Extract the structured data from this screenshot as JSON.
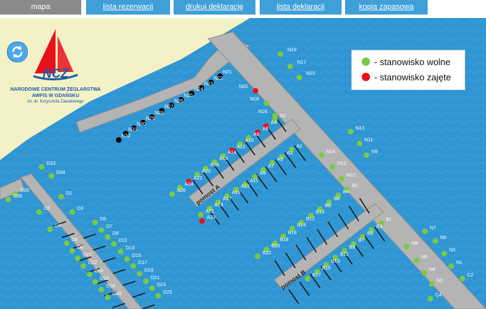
{
  "tabs": [
    {
      "label": "mapa",
      "active": true
    },
    {
      "label": "lista rezerwacji",
      "active": false
    },
    {
      "label": "drukuj deklarację",
      "active": false
    },
    {
      "label": "lista deklaracji",
      "active": false
    },
    {
      "label": "kopia zapasowa",
      "active": false
    }
  ],
  "colors": {
    "tab_active": "#8a8a8a",
    "tab_inactive": "#3fa0d8",
    "water": "#2f96d3",
    "land": "#f3f2c6",
    "pier": "#b4b4b4",
    "free": "#7ac943",
    "taken": "#e8121c",
    "unknown": "#000000"
  },
  "legend": {
    "free_label": "- stanowisko wolne",
    "taken_label": "- stanowisko zajęte"
  },
  "logo": {
    "mark": "NCZ",
    "line1": "NARODOWE CENTRUM ŻEGLARSTWA",
    "line2": "AWFIS W GDAŃSKU",
    "line3": "im. dr. Krzysztofa Zawalskiego"
  },
  "piers": {
    "pomost_a": "pomost A",
    "pomost_b": "pomost B"
  },
  "berths": [
    {
      "id": "N19",
      "s": "free"
    },
    {
      "id": "N17",
      "s": "free"
    },
    {
      "id": "N15",
      "s": "free"
    },
    {
      "id": "N21",
      "s": "unknown"
    },
    {
      "id": "N22",
      "s": "unknown"
    },
    {
      "id": "N23",
      "s": "unknown"
    },
    {
      "id": "N24",
      "s": "unknown"
    },
    {
      "id": "N25",
      "s": "unknown"
    },
    {
      "id": "N26",
      "s": "unknown"
    },
    {
      "id": "N27",
      "s": "unknown"
    },
    {
      "id": "N28",
      "s": "unknown"
    },
    {
      "id": "N29",
      "s": "unknown"
    },
    {
      "id": "N30",
      "s": "unknown"
    },
    {
      "id": "N31",
      "s": "unknown"
    },
    {
      "id": "N32",
      "s": "unknown"
    },
    {
      "id": "N20",
      "s": "taken"
    },
    {
      "id": "N18",
      "s": "free"
    },
    {
      "id": "N16",
      "s": "free"
    },
    {
      "id": "A2",
      "s": "free"
    },
    {
      "id": "A4",
      "s": "taken"
    },
    {
      "id": "A6",
      "s": "taken"
    },
    {
      "id": "A8",
      "s": "free"
    },
    {
      "id": "A10",
      "s": "free"
    },
    {
      "id": "A12",
      "s": "taken"
    },
    {
      "id": "A14",
      "s": "free"
    },
    {
      "id": "A16",
      "s": "free"
    },
    {
      "id": "A18",
      "s": "free"
    },
    {
      "id": "A20",
      "s": "free"
    },
    {
      "id": "A22",
      "s": "taken"
    },
    {
      "id": "A24",
      "s": "free"
    },
    {
      "id": "A26",
      "s": "free"
    },
    {
      "id": "A1",
      "s": "free"
    },
    {
      "id": "A3",
      "s": "free"
    },
    {
      "id": "A5",
      "s": "free"
    },
    {
      "id": "A7",
      "s": "free"
    },
    {
      "id": "A9",
      "s": "free"
    },
    {
      "id": "A11",
      "s": "free"
    },
    {
      "id": "A13",
      "s": "free"
    },
    {
      "id": "A15",
      "s": "free"
    },
    {
      "id": "A17",
      "s": "free"
    },
    {
      "id": "A19",
      "s": "free"
    },
    {
      "id": "A21",
      "s": "free"
    },
    {
      "id": "A23",
      "s": "taken"
    },
    {
      "id": "N13",
      "s": "free"
    },
    {
      "id": "N11",
      "s": "free"
    },
    {
      "id": "N9",
      "s": "free"
    },
    {
      "id": "N14",
      "s": "free"
    },
    {
      "id": "N12",
      "s": "free"
    },
    {
      "id": "N10",
      "s": "free"
    },
    {
      "id": "B2",
      "s": "free"
    },
    {
      "id": "B4",
      "s": "free"
    },
    {
      "id": "B6",
      "s": "free"
    },
    {
      "id": "B8",
      "s": "free"
    },
    {
      "id": "B10",
      "s": "free"
    },
    {
      "id": "B12",
      "s": "free"
    },
    {
      "id": "B14",
      "s": "free"
    },
    {
      "id": "B16",
      "s": "free"
    },
    {
      "id": "B18",
      "s": "free"
    },
    {
      "id": "B20",
      "s": "free"
    },
    {
      "id": "B22",
      "s": "free"
    },
    {
      "id": "B1",
      "s": "free"
    },
    {
      "id": "B3",
      "s": "free"
    },
    {
      "id": "B5",
      "s": "free"
    },
    {
      "id": "B7",
      "s": "free"
    },
    {
      "id": "B9",
      "s": "free"
    },
    {
      "id": "B11",
      "s": "free"
    },
    {
      "id": "B13",
      "s": "free"
    },
    {
      "id": "B15",
      "s": "free"
    },
    {
      "id": "B17",
      "s": "free"
    },
    {
      "id": "N8",
      "s": "free"
    },
    {
      "id": "N6",
      "s": "free"
    },
    {
      "id": "N4",
      "s": "free"
    },
    {
      "id": "N2",
      "s": "free"
    },
    {
      "id": "N7",
      "s": "free"
    },
    {
      "id": "N5",
      "s": "free"
    },
    {
      "id": "N3",
      "s": "free"
    },
    {
      "id": "N1",
      "s": "free"
    },
    {
      "id": "C2",
      "s": "free"
    },
    {
      "id": "C4",
      "s": "free"
    },
    {
      "id": "D33",
      "s": "free"
    },
    {
      "id": "D34",
      "s": "free"
    },
    {
      "id": "D35",
      "s": "free"
    },
    {
      "id": "D36",
      "s": "free"
    },
    {
      "id": "D1",
      "s": "free"
    },
    {
      "id": "D2",
      "s": "free"
    },
    {
      "id": "D3",
      "s": "free"
    },
    {
      "id": "D4",
      "s": "free"
    },
    {
      "id": "D5",
      "s": "free"
    },
    {
      "id": "D7",
      "s": "free"
    },
    {
      "id": "D9",
      "s": "free"
    },
    {
      "id": "D11",
      "s": "free"
    },
    {
      "id": "D13",
      "s": "free"
    },
    {
      "id": "D15",
      "s": "free"
    },
    {
      "id": "D17",
      "s": "free"
    },
    {
      "id": "D19",
      "s": "free"
    },
    {
      "id": "D21",
      "s": "free"
    },
    {
      "id": "D23",
      "s": "free"
    },
    {
      "id": "D25",
      "s": "free"
    },
    {
      "id": "D6",
      "s": "free"
    },
    {
      "id": "D8",
      "s": "free"
    },
    {
      "id": "D10",
      "s": "free"
    },
    {
      "id": "D12",
      "s": "free"
    },
    {
      "id": "D14",
      "s": "free"
    },
    {
      "id": "D16",
      "s": "free"
    },
    {
      "id": "D18",
      "s": "free"
    },
    {
      "id": "D20",
      "s": "free"
    }
  ]
}
